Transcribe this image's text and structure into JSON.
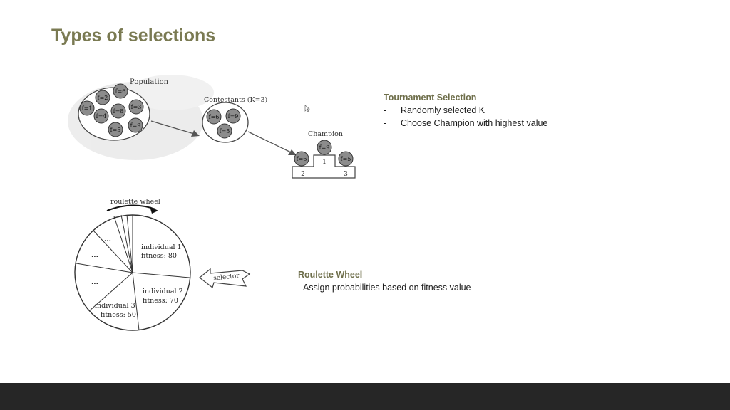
{
  "slide": {
    "title": "Types of selections"
  },
  "tournament": {
    "heading": "Tournament Selection",
    "bullets": [
      "Randomly selected K",
      "Choose Champion with highest value"
    ],
    "population_label": "Population",
    "population": [
      "f=2",
      "f=6",
      "f=1",
      "f=4",
      "f=8",
      "f=3",
      "f=5",
      "f=9"
    ],
    "contestants_label": "Contestants (K=3)",
    "contestants": [
      "f=6",
      "f=9",
      "f=5"
    ],
    "champion_label": "Champion",
    "podium": {
      "first": "f=9",
      "second": "f=6",
      "third": "f=5",
      "first_place": "1",
      "second_place": "2",
      "third_place": "3"
    }
  },
  "roulette": {
    "heading": "Roulette Wheel",
    "description": "- Assign probabilities based on fitness value",
    "wheel_label": "roulette wheel",
    "selector_label": "selector",
    "ind1_name": "individual 1",
    "ind1_fit": "fitness: 80",
    "ind2_name": "individual 2",
    "ind2_fit": "fitness: 70",
    "ind3_name": "individual 3",
    "ind3_fit": "fitness: 50",
    "ellipsis": "..."
  }
}
